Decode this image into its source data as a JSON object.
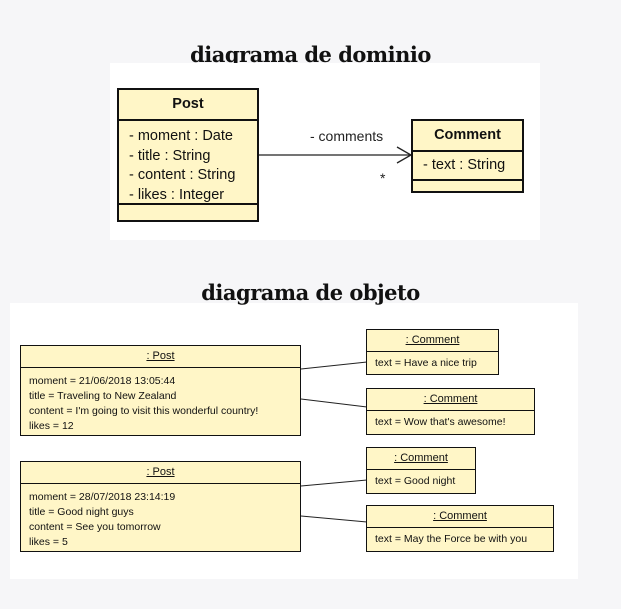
{
  "domain_diagram": {
    "title": "diagrama de dominio",
    "post": {
      "name": "Post",
      "attributes": [
        "- moment : Date",
        "- title : String",
        "- content : String",
        "- likes : Integer"
      ]
    },
    "comment": {
      "name": "Comment",
      "attributes": [
        "- text : String"
      ]
    },
    "association": {
      "role": "- comments",
      "multiplicity": "*"
    }
  },
  "object_diagram": {
    "title": "diagrama de objeto",
    "posts": [
      {
        "header": ": Post",
        "lines": [
          "moment = 21/06/2018 13:05:44",
          "title = Traveling to New Zealand",
          "content = I'm going to visit this wonderful country!",
          "likes = 12"
        ]
      },
      {
        "header": ": Post",
        "lines": [
          "moment = 28/07/2018 23:14:19",
          "title = Good night guys",
          "content = See you tomorrow",
          "likes = 5"
        ]
      }
    ],
    "comments": [
      {
        "header": ": Comment",
        "text": "text = Have a nice trip"
      },
      {
        "header": ": Comment",
        "text": "text = Wow that's awesome!"
      },
      {
        "header": ": Comment",
        "text": "text = Good night"
      },
      {
        "header": ": Comment",
        "text": "text = May the Force be with you"
      }
    ]
  }
}
